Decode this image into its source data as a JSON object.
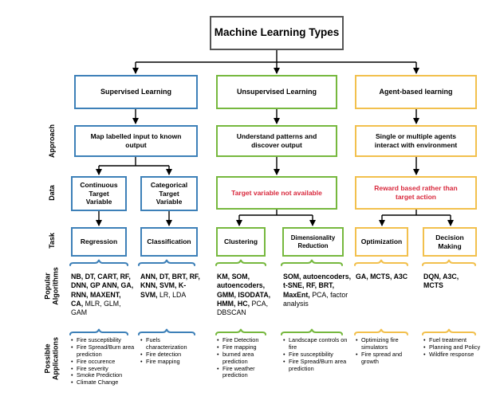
{
  "title": "Machine Learning Types",
  "columns": {
    "supervised": "Supervised Learning",
    "unsupervised": "Unsupervised Learning",
    "agent": "Agent-based learning"
  },
  "row_labels": {
    "approach": "Approach",
    "data": "Data",
    "task": "Task",
    "algorithms_line1": "Popular",
    "algorithms_line2": "Algorithms",
    "applications_line1": "Possible",
    "applications_line2": "Applications"
  },
  "approach": {
    "supervised": "Map labelled input to known output",
    "unsupervised": "Understand patterns and discover output",
    "agent": "Single or multiple agents interact with environment"
  },
  "data": {
    "continuous": "Continuous Target Variable",
    "categorical": "Categorical Target Variable",
    "unsupervised": "Target variable not available",
    "agent": "Reward based rather than target action"
  },
  "task": {
    "regression": "Regression",
    "classification": "Classification",
    "clustering": "Clustering",
    "dimensionality": "Dimensionality Reduction",
    "optimization": "Optimization",
    "decision": "Decision Making"
  },
  "algorithms": {
    "regression_bold": "NB, DT, CART, RF, DNN, GP ANN, GA, RNN, MAXENT, CA,",
    "regression_normal": "MLR, GLM, GAM",
    "classification_bold": "ANN, DT, BRT, RF, KNN, SVM, K-SVM,",
    "classification_normal": "LR, LDA",
    "clustering_bold": "KM, SOM, autoencoders, GMM, ISODATA, HMM, HC,",
    "clustering_normal": "PCA, DBSCAN",
    "dimensionality_bold": "SOM, autoencoders, t-SNE, RF, BRT, MaxEnt,",
    "dimensionality_normal": "PCA, factor analysis",
    "optimization": "GA, MCTS, A3C",
    "decision": "DQN, A3C, MCTS"
  },
  "applications": {
    "regression": [
      "Fire susceptibility",
      "Fire Spread/Burn area prediction",
      "Fire occurence",
      "Fire severity",
      "Smoke Prediction",
      "Climate Change"
    ],
    "classification": [
      "Fuels characterization",
      "Fire detection",
      "Fire mapping"
    ],
    "clustering": [
      "Fire Detection",
      "Fire mapping",
      "burned area prediction",
      "Fire weather prediction"
    ],
    "dimensionality": [
      "Landscape controls on fire",
      "Fire susceptibility",
      "Fire Spread/Burn area prediction"
    ],
    "optimization": [
      "Optimizing fire simulators",
      "Fire spread and growth"
    ],
    "decision": [
      "Fuel treatment",
      "Planning and Policy",
      "Wildfire response"
    ]
  },
  "colors": {
    "supervised": "#3d80b8",
    "unsupervised": "#76b83e",
    "agent": "#f2c04d",
    "highlight_text": "#d8283c"
  }
}
